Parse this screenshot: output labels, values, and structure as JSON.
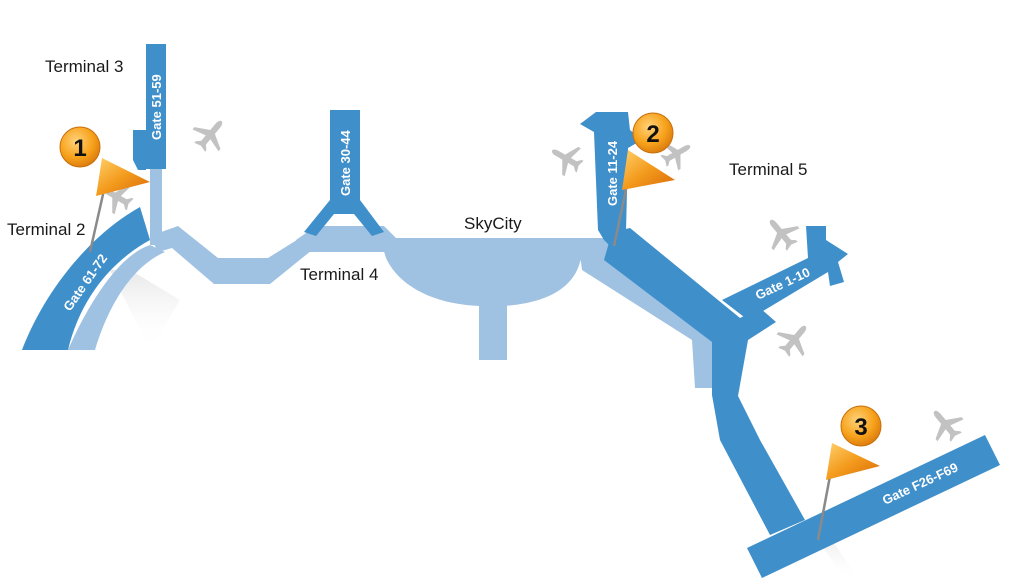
{
  "terminals": {
    "t2": "Terminal 2",
    "t3": "Terminal 3",
    "t4": "Terminal 4",
    "t5": "Terminal 5",
    "skycity": "SkyCity"
  },
  "gates": {
    "g61_72": "Gate 61-72",
    "g51_59": "Gate 51-59",
    "g30_44": "Gate 30-44",
    "g11_24": "Gate 11-24",
    "g1_10": "Gate 1-10",
    "gF26_F69": "Gate F26-F69"
  },
  "markers": [
    "1",
    "2",
    "3"
  ],
  "colors": {
    "concourse": "#3f8fca",
    "connector": "#9fc1e2",
    "flag": "#f39a1c",
    "badge": "#f7a21b",
    "plane": "#c2c2c2"
  },
  "icons": [
    "airplane-icon",
    "flag-icon"
  ]
}
